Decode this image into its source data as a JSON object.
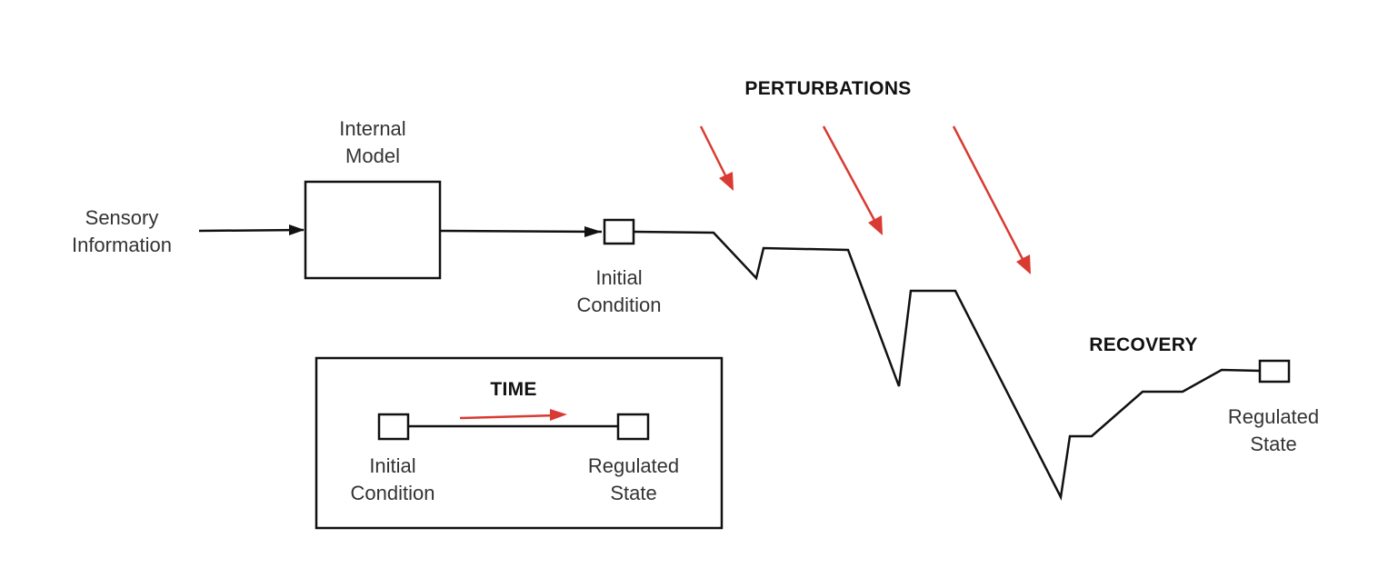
{
  "diagram": {
    "colors": {
      "line": "#111111",
      "perturbation": "#d93a32",
      "text": "#333333",
      "background": "#ffffff"
    },
    "input_label": [
      "Sensory",
      "Information"
    ],
    "model_label": [
      "Internal",
      "Model"
    ],
    "initial_condition_label": [
      "Initial",
      "Condition"
    ],
    "perturbations_title": "PERTURBATIONS",
    "perturbation_count": 3,
    "recovery_title": "RECOVERY",
    "regulated_state_label": [
      "Regulated",
      "State"
    ],
    "legend": {
      "title": "TIME",
      "start_label": [
        "Initial",
        "Condition"
      ],
      "end_label": [
        "Regulated",
        "State"
      ],
      "arrow_meaning": "time direction"
    },
    "trajectory_description": "state drops after each perturbation, then recovers stepwise to the regulated state"
  }
}
